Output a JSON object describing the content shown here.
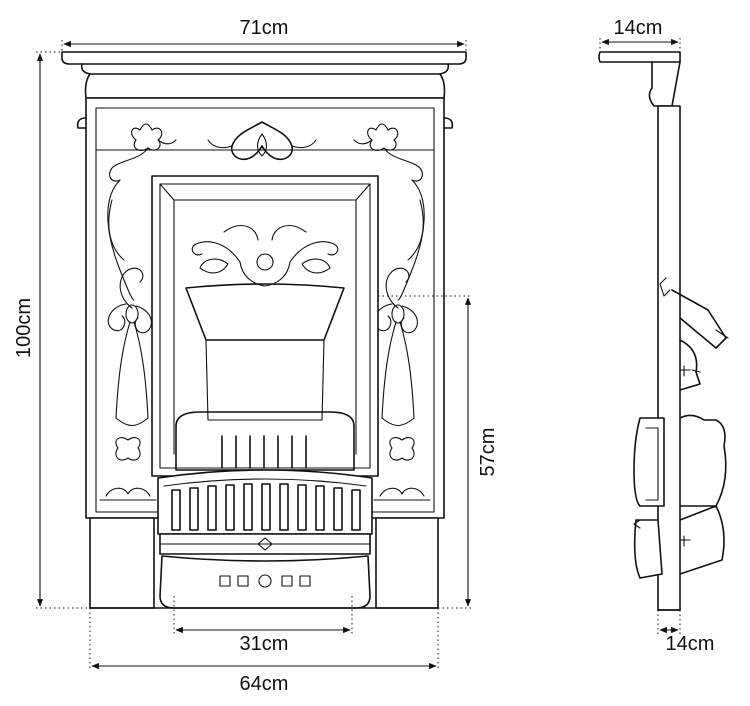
{
  "dimensions": {
    "overall_width": "71cm",
    "overall_height": "100cm",
    "opening_height": "57cm",
    "grate_width": "31cm",
    "base_width": "64cm",
    "side_top_depth": "14cm",
    "side_bottom_depth": "14cm"
  }
}
